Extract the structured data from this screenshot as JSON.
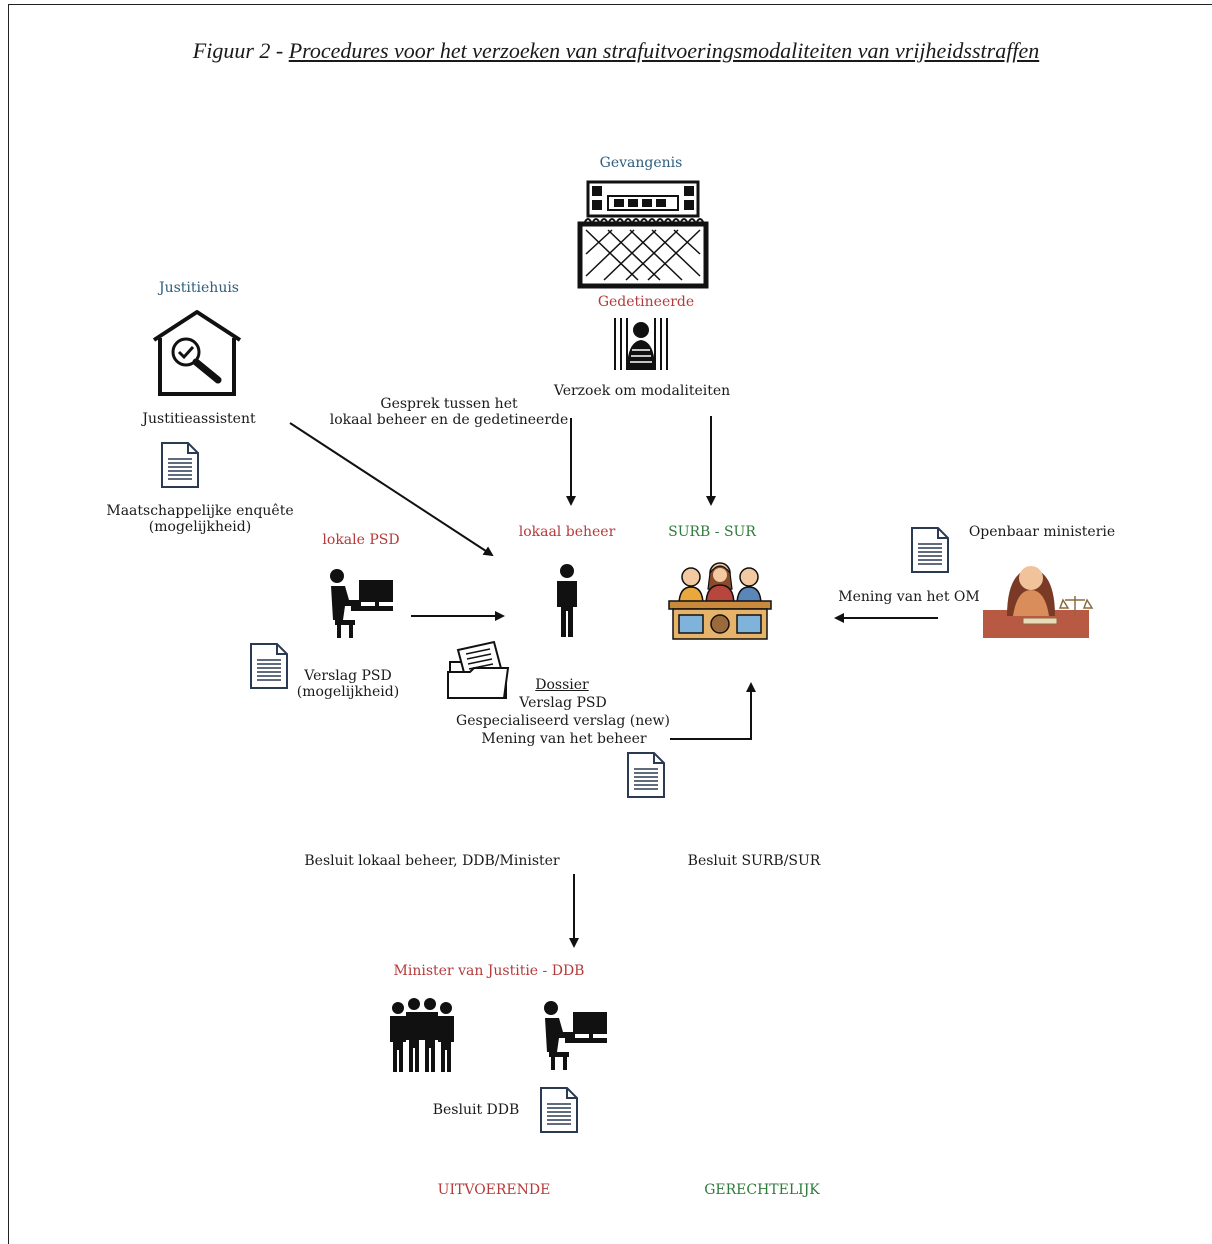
{
  "title_prefix": "Figuur 2 - ",
  "title_main": "Procedures voor het verzoeken van strafuitvoeringsmodaliteiten van vrijheidsstraffen",
  "labels": {
    "gevangenis": "Gevangenis",
    "gedetineerde": "Gedetineerde",
    "verzoek": "Verzoek om modaliteiten",
    "justitiehuis": "Justitiehuis",
    "justitieassistent": "Justitieassistent",
    "enquete_1": "Maatschappelijke enquête",
    "enquete_2": "(mogelijkheid)",
    "gesprek_1": "Gesprek tussen het",
    "gesprek_2": "lokaal beheer en de gedetineerde",
    "lokale_psd": "lokale PSD",
    "lokaal_beheer": "lokaal beheer",
    "surb_sur": "SURB - SUR",
    "openbaar_ministerie": "Openbaar ministerie",
    "mening_om": "Mening van het OM",
    "verslag_psd_1": "Verslag PSD",
    "verslag_psd_2": "(mogelijkheid)",
    "dossier": "Dossier",
    "dossier_1": "Verslag PSD",
    "dossier_2": "Gespecialiseerd verslag (new)",
    "dossier_3": "Mening van het beheer",
    "besluit_lokaal": "Besluit lokaal beheer, DDB/Minister",
    "besluit_surb": "Besluit  SURB/SUR",
    "minister": "Minister van Justitie  -  DDB",
    "besluit_ddb": "Besluit DDB",
    "uitvoerende": "UITVOERENDE",
    "gerechtelijk": "GERECHTELIJK"
  },
  "icons": {
    "prison": "prison-building-icon",
    "prisoner": "prisoner-behind-bars-icon",
    "justice_house": "house-magnifier-icon",
    "document": "document-icon",
    "desk_worker": "person-at-computer-icon",
    "person": "standing-person-icon",
    "court": "court-judges-bench-icon",
    "prosecutor": "prosecutor-scales-icon",
    "folders": "dossier-folders-icon",
    "group": "group-of-people-icon"
  },
  "colors": {
    "blue_heading": "#2e5d7e",
    "red_heading": "#b53a3a",
    "green_heading": "#2e7a3a"
  }
}
